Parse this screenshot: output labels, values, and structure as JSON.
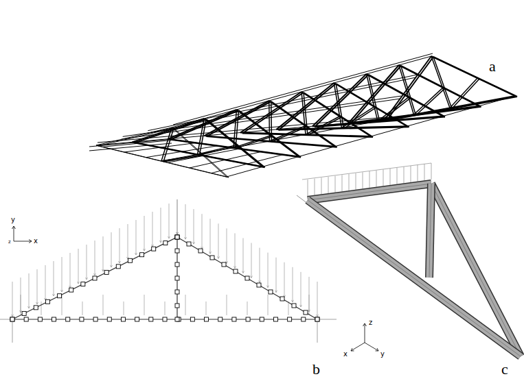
{
  "diagram": {
    "labels": [
      "a",
      "y",
      "z",
      "x",
      "b",
      "z",
      "x",
      "y",
      "c"
    ]
  }
}
